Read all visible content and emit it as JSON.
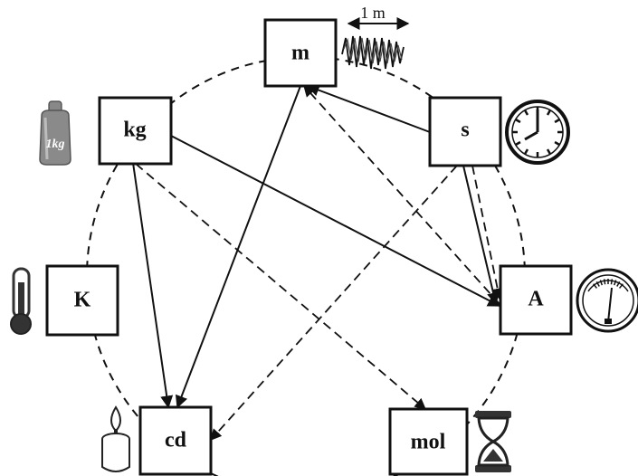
{
  "units": [
    {
      "id": "m",
      "label": "m"
    },
    {
      "id": "kg",
      "label": "kg"
    },
    {
      "id": "s",
      "label": "s"
    },
    {
      "id": "K",
      "label": "K"
    },
    {
      "id": "A",
      "label": "A"
    },
    {
      "id": "cd",
      "label": "cd"
    },
    {
      "id": "mol",
      "label": "mol"
    }
  ],
  "icons": {
    "meter": {
      "name": "meter-wave-icon",
      "caption": "1 m"
    },
    "kilogram": {
      "name": "weight-icon",
      "caption": "1kg"
    },
    "second": {
      "name": "clock-icon"
    },
    "kelvin": {
      "name": "thermometer-icon"
    },
    "ampere": {
      "name": "ammeter-icon"
    },
    "candela": {
      "name": "candle-icon"
    },
    "mole": {
      "name": "hourglass-icon"
    }
  },
  "links": [
    {
      "from": "s",
      "to": "m",
      "style": "solid"
    },
    {
      "from": "m",
      "to": "cd",
      "style": "solid"
    },
    {
      "from": "kg",
      "to": "cd",
      "style": "solid"
    },
    {
      "from": "kg",
      "to": "A",
      "style": "solid"
    },
    {
      "from": "s",
      "to": "A",
      "style": "solid"
    },
    {
      "from": "A",
      "to": "m",
      "style": "dashed"
    },
    {
      "from": "kg",
      "to": "mol",
      "style": "dashed"
    },
    {
      "from": "s",
      "to": "cd",
      "style": "dashed"
    },
    {
      "from": "s",
      "to": "A",
      "style": "dashed"
    }
  ],
  "colors": {
    "ink": "#111111",
    "paper": "#ffffff",
    "metal": "#8a8a8a"
  }
}
